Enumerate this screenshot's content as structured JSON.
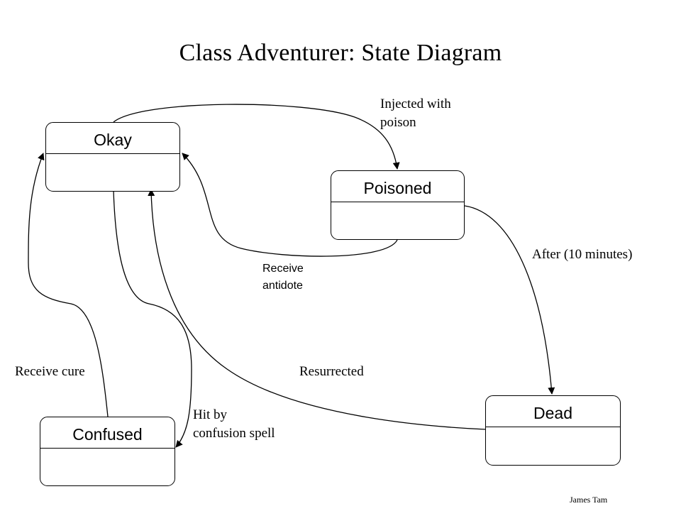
{
  "title": "Class Adventurer: State Diagram",
  "states": {
    "okay": "Okay",
    "poisoned": "Poisoned",
    "dead": "Dead",
    "confused": "Confused"
  },
  "transitions": {
    "injected": [
      "Injected with",
      "poison"
    ],
    "after": "After (10 minutes)",
    "antidote": [
      "Receive",
      "antidote"
    ],
    "cure": "Receive cure",
    "resurrected": "Resurrected",
    "hit": [
      "Hit by",
      "confusion spell"
    ]
  },
  "author": "James Tam"
}
